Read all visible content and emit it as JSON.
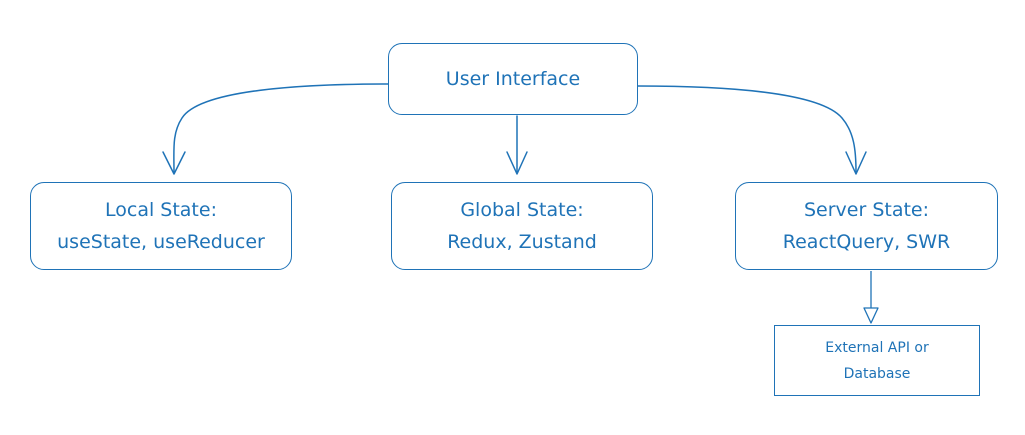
{
  "nodes": {
    "ui": {
      "lines": [
        "User Interface"
      ]
    },
    "local_state": {
      "lines": [
        "Local State:",
        "useState, useReducer"
      ]
    },
    "global_state": {
      "lines": [
        "Global State:",
        "Redux, Zustand"
      ]
    },
    "server_state": {
      "lines": [
        "Server State:",
        "ReactQuery, SWR"
      ]
    },
    "external": {
      "lines": [
        "External API or",
        "Database"
      ]
    }
  },
  "colors": {
    "stroke": "#1f73b7",
    "text": "#1f73b7",
    "background": "#ffffff"
  }
}
